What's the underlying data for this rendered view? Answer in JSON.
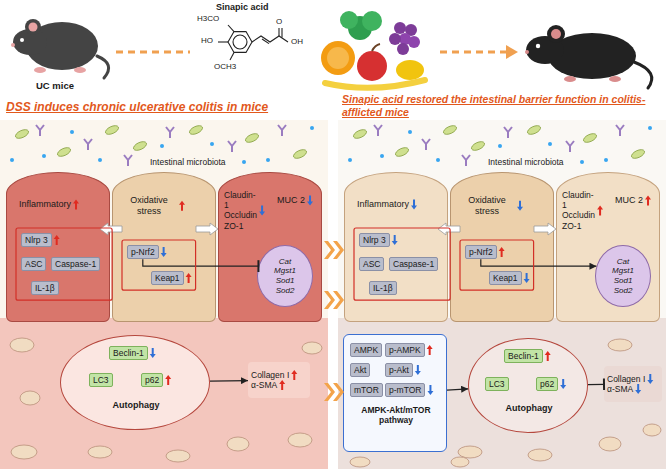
{
  "diagram": {
    "nodes": [
      {
        "text": [
          "DSS induces chronic ulcerative colitis in mice"
        ]
      },
      {
        "text": [
          "Inflammatory"
        ],
        "in": 0
      },
      {
        "text": [
          "Nlrp 3"
        ],
        "in": 1
      },
      {
        "text": [
          "ASC"
        ],
        "in": 1
      },
      {
        "text": [
          "Caspase-1"
        ],
        "in": 1
      },
      {
        "text": [
          "IL-1β"
        ],
        "in": 1
      },
      {
        "text": [
          "Oxidative stress"
        ],
        "in": 0
      },
      {
        "text": [
          "p-Nrf2"
        ],
        "in": 6
      },
      {
        "text": [
          "Keap1"
        ],
        "in": 6
      },
      {
        "text": [
          "MUC 2"
        ],
        "in": 0
      },
      {
        "text": [
          "Cat",
          "Mgst1",
          "Sod1",
          "Sod2"
        ],
        "in": 9
      },
      {
        "text": [
          "Autophagy"
        ],
        "in": 0
      },
      {
        "text": [
          "Beclin-1"
        ],
        "in": 11
      },
      {
        "text": [
          "LC3"
        ],
        "in": 11
      },
      {
        "text": [
          "p62"
        ],
        "in": 11
      },
      {
        "text": [
          "Collagen I",
          "α-SMA"
        ],
        "in": 0
      },
      {
        "text": [
          "Sinapic acid restored the intestinal barrier function in colitis-afflicted mice"
        ]
      },
      {
        "text": [
          "Inflammatory"
        ],
        "in": 16
      },
      {
        "text": [
          "Nlrp 3"
        ],
        "in": 17
      },
      {
        "text": [
          "ASC"
        ],
        "in": 17
      },
      {
        "text": [
          "Caspase-1"
        ],
        "in": 17
      },
      {
        "text": [
          "IL-1β"
        ],
        "in": 17
      },
      {
        "text": [
          "Oxidative stress"
        ],
        "in": 16
      },
      {
        "text": [
          "p-Nrf2"
        ],
        "in": 22
      },
      {
        "text": [
          "Keap1"
        ],
        "in": 22
      },
      {
        "text": [
          "MUC 2"
        ],
        "in": 16
      },
      {
        "text": [
          "Cat",
          "Mgst1",
          "Sod1",
          "Sod2"
        ],
        "in": 25
      },
      {
        "text": [
          "AMPK-Akt/mTOR pathway"
        ],
        "in": 16
      },
      {
        "text": [
          "AMPK"
        ],
        "in": 27
      },
      {
        "text": [
          "p-AMPK"
        ],
        "in": 27
      },
      {
        "text": [
          "Akt"
        ],
        "in": 27
      },
      {
        "text": [
          "p-Akt"
        ],
        "in": 27
      },
      {
        "text": [
          "mTOR"
        ],
        "in": 27
      },
      {
        "text": [
          "p-mTOR"
        ],
        "in": 27
      },
      {
        "text": [
          "Autophagy"
        ],
        "in": 16
      },
      {
        "text": [
          "Beclin-1"
        ],
        "in": 34
      },
      {
        "text": [
          "LC3"
        ],
        "in": 34
      },
      {
        "text": [
          "p62"
        ],
        "in": 34
      },
      {
        "text": [
          "Collagen I",
          "α-SMA"
        ],
        "in": 16
      }
    ],
    "edges": [
      {
        "from": 7,
        "to": 10,
        "arrow": "to"
      },
      {
        "from": 11,
        "to": 15,
        "arrow": "to"
      },
      {
        "from": 23,
        "to": 26,
        "arrow": "to"
      },
      {
        "from": 27,
        "to": 34,
        "arrow": "to"
      },
      {
        "from": 34,
        "to": 38,
        "arrow": "to"
      }
    ],
    "labels": [
      "UC mice",
      "Sinapic acid",
      "H3CO",
      "HO",
      "OCH3",
      "O",
      "OH",
      "Intestinal microbiota",
      "Claudin-1 Occludin ZO-1",
      "Intestinal microbiota",
      "Claudin-1 Occludin ZO-1"
    ]
  }
}
